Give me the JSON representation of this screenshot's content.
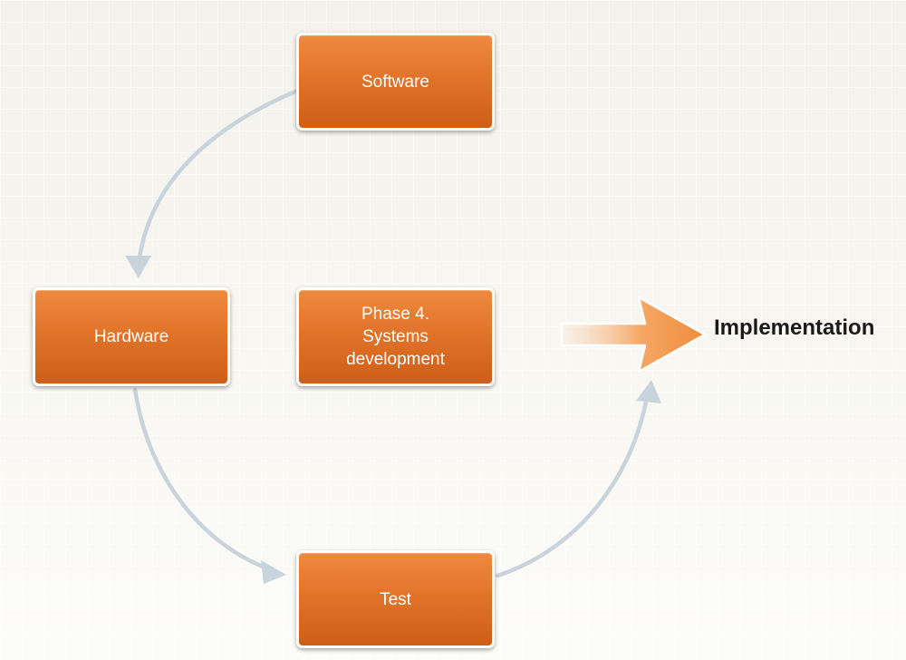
{
  "diagram": {
    "center_label_lines": [
      "Phase 4.",
      "Systems",
      "development"
    ],
    "steps": [
      {
        "label": "Software"
      },
      {
        "label": "Hardware"
      },
      {
        "label": "Test"
      }
    ],
    "output_label": "Implementation"
  },
  "colors": {
    "box_fill": "#e2742a",
    "box_border": "#ffffff",
    "connector": "#c9d3dc",
    "output_arrow": "#f39a4a",
    "output_text": "#1a1a1a"
  }
}
